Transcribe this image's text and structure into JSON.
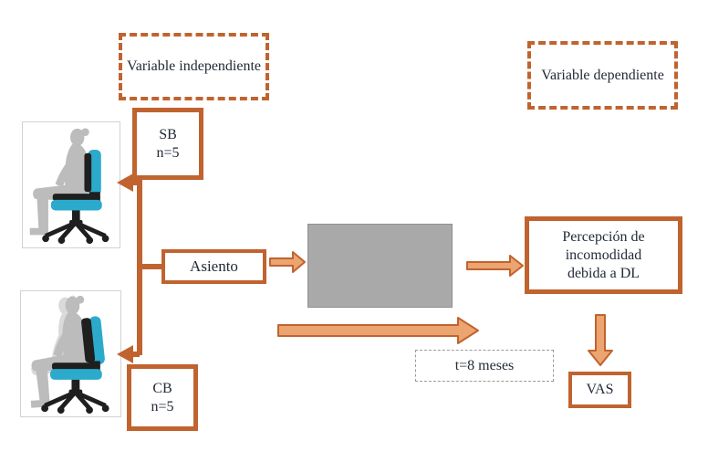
{
  "nodes": {
    "variable_independiente": {
      "label": "Variable independiente"
    },
    "variable_dependiente": {
      "label": "Variable dependiente"
    },
    "sb": {
      "line1": "SB",
      "line2": "n=5"
    },
    "cb": {
      "line1": "CB",
      "line2": "n=5"
    },
    "asiento": {
      "label": "Asiento"
    },
    "percepcion": {
      "label": "Percepción de incomodidad debida a DL"
    },
    "t8": {
      "label": "t=8 meses"
    },
    "vas": {
      "label": "VAS"
    }
  },
  "images": {
    "chair_sb": "seated-person-on-office-chair",
    "chair_cb": "seated-person-on-reclining-office-chair"
  },
  "colors": {
    "accent": "#c0632f",
    "arrow_fill": "#eca470",
    "gray_box": "#a9a9a9",
    "text": "#232b38",
    "muted_border": "#9a9a9a",
    "chair_blue": "#2baacc",
    "chair_dark": "#1f1f1f",
    "silhouette": "#bcbcbc"
  }
}
